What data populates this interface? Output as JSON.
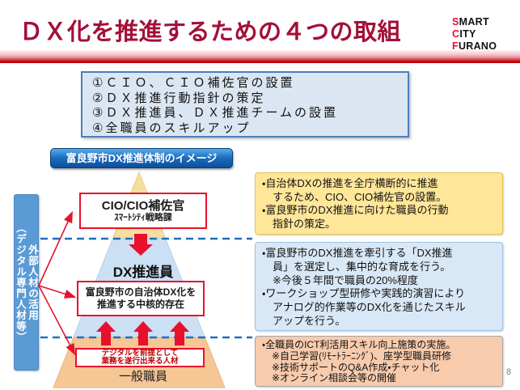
{
  "page": {
    "title": "ＤＸ化を推進するための４つの取組",
    "page_number": "8"
  },
  "logo": {
    "lines": [
      {
        "first": "S",
        "rest": "MART"
      },
      {
        "first": "C",
        "rest": "ITY"
      },
      {
        "first": "F",
        "rest": "URANO"
      }
    ]
  },
  "initiatives": {
    "items": [
      "①ＣＩＯ、ＣＩＯ補佐官の設置",
      "②ＤＸ推進行動指針の策定",
      "③ＤＸ推進員、ＤＸ推進チームの設置",
      "④全職員のスキルアップ"
    ]
  },
  "diagram": {
    "heading_label": "富良野市DX推進体制のイメージ",
    "left_bar_lines": [
      "外部人材の活用",
      "（デジタル専門人材等）"
    ],
    "pyramid": {
      "cio_box_title": "CIO/CIO補佐官",
      "cio_box_subtitle": "ｽﾏｰﾄｼﾃｨ戦略課",
      "dx_label": "DX推進員",
      "dx_box_lines": [
        "富良野市の自治体DX化を",
        "推進する中核的存在"
      ],
      "staff_box_lines": [
        "デジタルを前提として",
        "業務を遂行出来る人材"
      ],
      "staff_label": "一般職員"
    }
  },
  "notes": {
    "box1_lines": [
      "・自治体DXの推進を全庁横断的に推進",
      "　するため、CIO、CIO補佐官の設置。",
      "・富良野市のDX推進に向けた職員の行動",
      "　指針の策定。"
    ],
    "box2_lines": [
      "・富良野市のDX推進を牽引する「DX推進",
      "　員」を選定し、集中的な育成を行う。",
      "　※今後５年間で職員の20%程度",
      "・ワークショップ型研修や実践的演習により",
      "　アナログ的作業等のDX化を通じたスキル",
      "　アップを行う。"
    ],
    "box3_lines": [
      "・全職員のICT利活用スキル向上施策の実施。",
      "　※自己学習(ﾘﾓｰﾄﾗｰﾆﾝｸﾞ)、座学型職員研修",
      "　※技術サポートのQ&A作成・チャット化",
      "　※オンライン相談会等の開催"
    ]
  },
  "colors": {
    "title_text": "#A31038",
    "band_red": "#C00000",
    "arrow_red": "#E8112D",
    "dashed_blue": "#1E6FC0",
    "left_bar_blue": "#5B9BD5",
    "label_blue": "#1B6BBD",
    "pyramid_top": "#F6DF9E",
    "pyramid_middle": "#CCE0F4",
    "pyramid_bottom": "#F6C695",
    "note_yellow": "#FFE699",
    "note_blue": "#D9E8F6",
    "note_orange": "#F8CBAD",
    "list_box_bg": "#DCE6F2",
    "list_box_border": "#4A7EBB"
  }
}
